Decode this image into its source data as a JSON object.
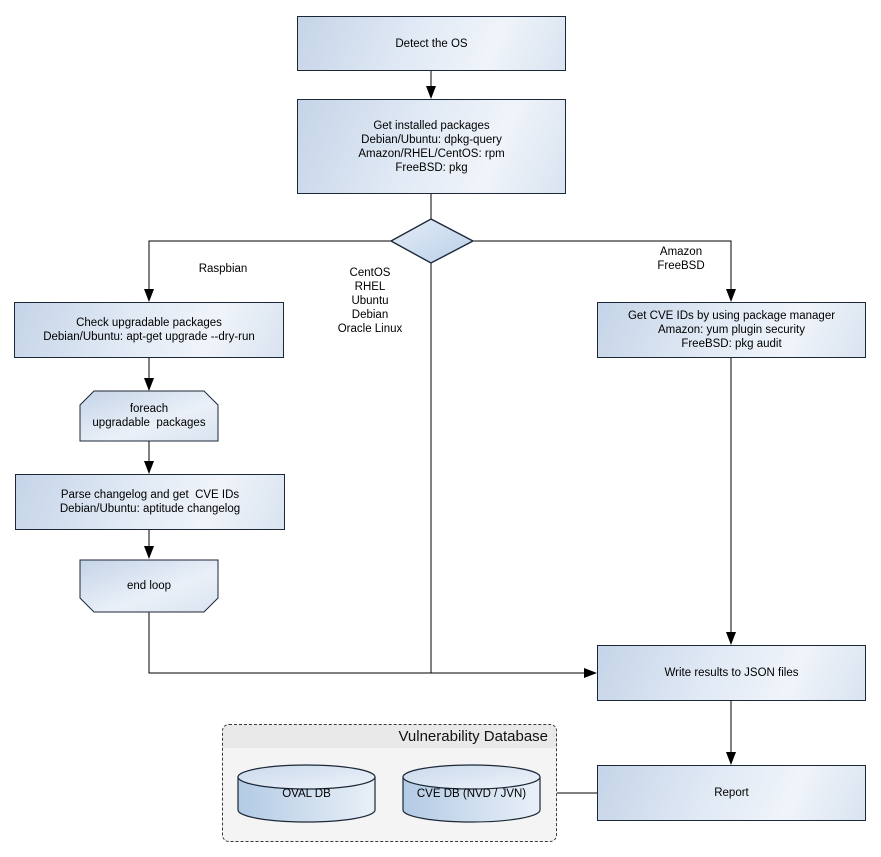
{
  "diagram": {
    "type": "flowchart",
    "nodes": {
      "detect_os": {
        "lines": [
          "Detect the OS"
        ]
      },
      "get_installed_packages": {
        "lines": [
          "Get installed packages",
          "Debian/Ubuntu: dpkg-query",
          "Amazon/RHEL/CentOS: rpm",
          "FreeBSD: pkg"
        ]
      },
      "check_upgradable": {
        "lines": [
          "Check upgradable packages",
          "Debian/Ubuntu: apt-get upgrade --dry-run"
        ]
      },
      "foreach_loop": {
        "lines": [
          "foreach",
          "upgradable  packages"
        ]
      },
      "parse_changelog": {
        "lines": [
          "Parse changelog and get  CVE IDs",
          "Debian/Ubuntu: aptitude changelog"
        ]
      },
      "end_loop": {
        "lines": [
          "end loop"
        ]
      },
      "get_cve_ids": {
        "lines": [
          "Get CVE IDs by using package manager",
          "Amazon: yum plugin security",
          "FreeBSD: pkg audit"
        ]
      },
      "write_results": {
        "lines": [
          "Write results to JSON files"
        ]
      },
      "report": {
        "lines": [
          "Report"
        ]
      }
    },
    "branch_labels": {
      "left": "Raspbian",
      "middle": {
        "lines": [
          "CentOS",
          "RHEL",
          "Ubuntu",
          "Debian",
          "Oracle Linux"
        ]
      },
      "right": {
        "lines": [
          "Amazon",
          "FreeBSD"
        ]
      }
    },
    "database_group": {
      "title": "Vulnerability Database",
      "cylinders": {
        "oval": "OVAL DB",
        "cve": "CVE DB (NVD / JVN)"
      }
    },
    "colors": {
      "node_fill_start": "#c5d4e8",
      "node_fill_end": "#f0f4fa",
      "node_border": "#1c2737",
      "connector": "#000000",
      "group_fill": "#f4f4f4",
      "group_header_fill": "#e9e9e9",
      "group_border": "#3a3a3a"
    }
  }
}
